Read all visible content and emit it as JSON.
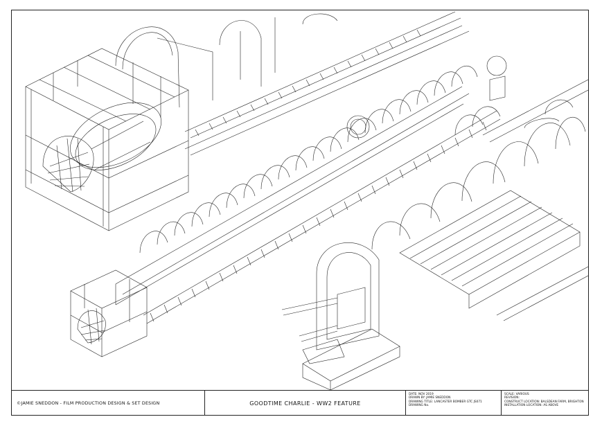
{
  "title_block": {
    "copyright": "©JAMIE SNEDDON - FILM PRODUCTION DESIGN & SET DESIGN",
    "project_title": "GOODTIME CHARLIE - WW2 FEATURE",
    "date": "DATE: NOV 2019",
    "drawn_by": "DRAWN BY: JAMIE SNEDDON",
    "drawing_title": "DRAWING TITLE: LANCASTER BOMBER GTC JS071",
    "drawing_no": "DRAWING No.",
    "scale": "SCALE: VARIOUS",
    "revision": "REVISION:",
    "construct_location": "CONSTRUCT LOCATION: BALSDEAN FARM, BRIGHTON",
    "installation_location": "INSTALLATION LOCATION: AS ABOVE"
  },
  "colors": {
    "line": "#222222",
    "paper": "#ffffff"
  }
}
